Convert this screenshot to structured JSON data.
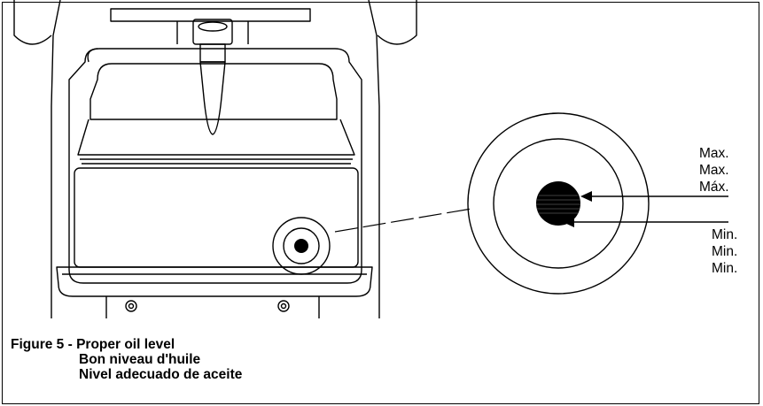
{
  "labels": {
    "max": [
      "Max.",
      "Max.",
      "Máx."
    ],
    "min": [
      "Min.",
      "Min.",
      "Min."
    ]
  },
  "caption": {
    "prefix": "Figure 5 - ",
    "lines": [
      "Proper oil level",
      "Bon niveau d'huile",
      "Nivel adecuado de aceite"
    ]
  }
}
